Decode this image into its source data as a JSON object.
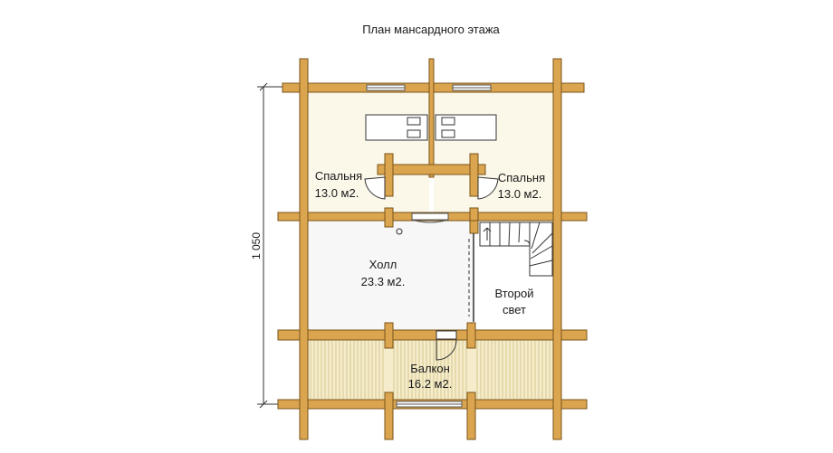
{
  "title": "План мансардного этажа",
  "dimension": "1 050",
  "rooms": {
    "bedroom_left": {
      "name": "Спальня",
      "area": "13.0 м2."
    },
    "bedroom_right": {
      "name": "Спальня",
      "area": "13.0 м2."
    },
    "hall": {
      "name": "Холл",
      "area": "23.3 м2."
    },
    "second_light": {
      "line1": "Второй",
      "line2": "свет"
    },
    "balcony": {
      "name": "Балкон",
      "area": "16.2 м2."
    }
  },
  "colors": {
    "log_wall": "#dba550",
    "log_outline": "#7a5418",
    "floor_bedroom": "#fbf7e9",
    "floor_hall": "#f7f7f7",
    "balcony_deck": "#f4eccb",
    "deck_lines": "#d8c88e"
  }
}
